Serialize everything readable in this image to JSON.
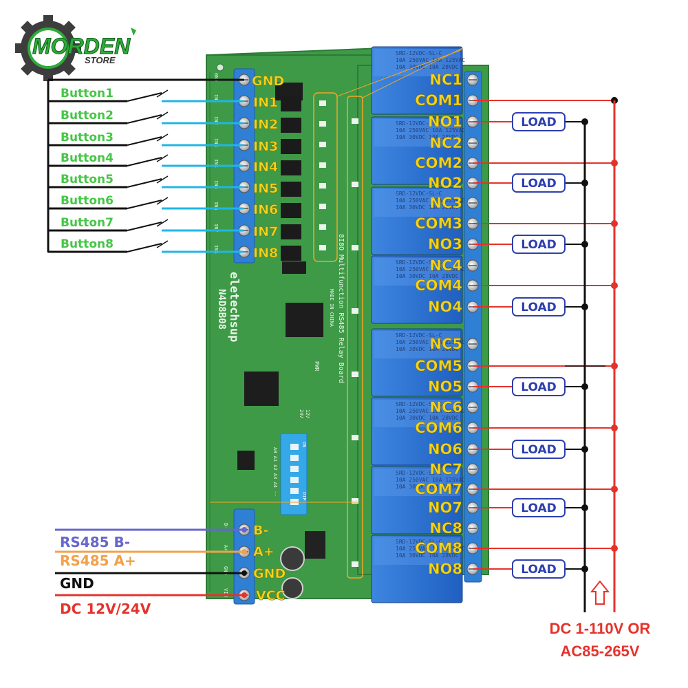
{
  "brand": {
    "logo_main": "MORDEN",
    "logo_sub": "STORE"
  },
  "board": {
    "title": "eletechsup",
    "model": "N4D8B08",
    "desc": "8I8O Multifunction RS485 Relay Board",
    "made_in": "MADE IN CHINA",
    "dip_on": "ON",
    "dip_label": "DIP",
    "dip_pins": "A0 A1 A2 A3 A4 --",
    "pwr": "PWR",
    "v12": "12V",
    "v24": "24V",
    "relay_spec": [
      "SRD-12VDC-SL-C",
      "10A 250VAC 10A 125VAC",
      "10A 30VDC 10A 28VDC"
    ],
    "input_terminals_silk": [
      "GND",
      "IN1",
      "IN2",
      "IN3",
      "IN4",
      "IN5",
      "IN6",
      "IN7",
      "IN8"
    ],
    "power_terminals_silk": [
      "B-",
      "A+",
      "GND",
      "VIN"
    ]
  },
  "inputs": {
    "gnd_label": "GND",
    "labels": [
      "IN1",
      "IN2",
      "IN3",
      "IN4",
      "IN5",
      "IN6",
      "IN7",
      "IN8"
    ],
    "buttons": [
      "Button1",
      "Button2",
      "Button3",
      "Button4",
      "Button5",
      "Button6",
      "Button7",
      "Button8"
    ]
  },
  "outputs": {
    "labels": [
      "NC1",
      "COM1",
      "NO1",
      "NC2",
      "COM2",
      "NO2",
      "NC3",
      "COM3",
      "NO3",
      "NC4",
      "COM4",
      "NO4",
      "NC5",
      "COM5",
      "NO5",
      "NC6",
      "COM6",
      "NO6",
      "NC7",
      "COM7",
      "NO7",
      "NC8",
      "COM8",
      "NO8"
    ],
    "load_label": "LOAD"
  },
  "power": {
    "rs485_b": "RS485 B-",
    "rs485_a": "RS485 A+",
    "gnd": "GND",
    "dc": "DC 12V/24V",
    "term_b": "B-",
    "term_a": "A+",
    "term_gnd": "GND",
    "term_vcc": "VCC"
  },
  "supply": {
    "line1": "DC 1-110V OR",
    "line2": "AC85-265V"
  },
  "colors": {
    "pcb": "#3f9a48",
    "pcb_edge": "#2c7a36",
    "terminal_blue": "#2f7fd4",
    "relay_blue": "#2a6fd0",
    "wire_cyan": "#1fb6e6",
    "wire_red": "#e5322b",
    "wire_black": "#111111",
    "label_yellow": "#f2d31c",
    "button_green": "#46c646",
    "load_blue": "#2d3fb0",
    "rs485b_line": "#6666cc",
    "rs485a_line": "#f2a04a",
    "orange_hl": "#f5a623"
  }
}
